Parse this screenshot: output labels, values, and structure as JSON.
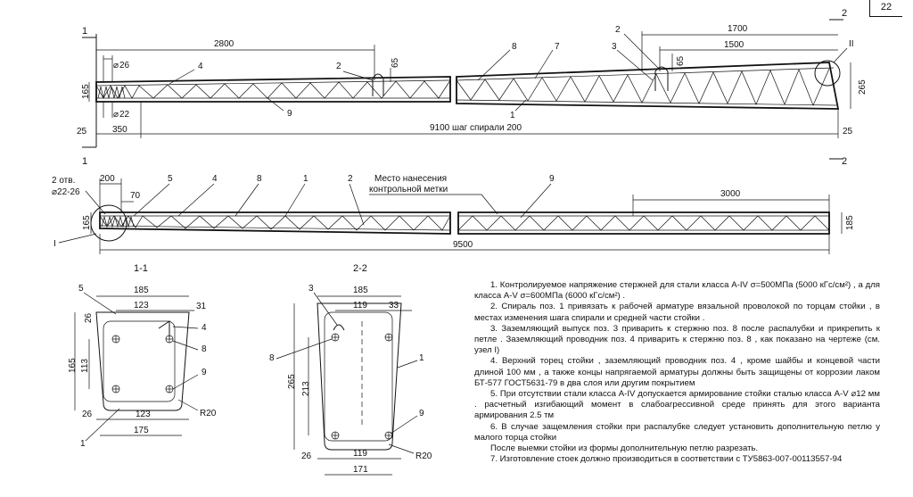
{
  "sheet": {
    "number": "22"
  },
  "top_elevation": {
    "section_mark_left": "1",
    "section_mark_right": "2",
    "dim_2800": "2800",
    "dim_26": "26",
    "dim_22": "22",
    "dim_165": "165",
    "dim_65_left": "65",
    "dim_25_left": "25",
    "dim_350": "350",
    "dim_total": "9100 шаг спирали 200",
    "dim_1700": "1700",
    "dim_1500": "1500",
    "dim_65_right": "65",
    "dim_265": "265",
    "dim_25_right": "25",
    "node_mark": "II",
    "pos_4": "4",
    "pos_2_left": "2",
    "pos_9": "9",
    "pos_8": "8",
    "pos_7": "7",
    "pos_3": "3",
    "pos_2_right": "2",
    "pos_1": "1"
  },
  "bottom_elevation": {
    "holes_line1": "2 отв.",
    "holes_line2": "⌀22-26",
    "dim_200": "200",
    "dim_70": "70",
    "dim_165": "165",
    "dim_185": "185",
    "dim_3000": "3000",
    "dim_9500": "9500",
    "mark_line1": "Место нанесения",
    "mark_line2": "контрольной метки",
    "node_mark": "I",
    "pos_5": "5",
    "pos_4": "4",
    "pos_8": "8",
    "pos_1": "1",
    "pos_2": "2",
    "pos_9": "9"
  },
  "section_1_1": {
    "title": "1-1",
    "dim_185": "185",
    "dim_123_top": "123",
    "dim_31": "31",
    "dim_26_top": "26",
    "dim_165": "165",
    "dim_113": "113",
    "dim_26_bottom": "26",
    "dim_123_bottom": "123",
    "dim_175": "175",
    "radius": "R20",
    "pos_5": "5",
    "pos_4": "4",
    "pos_8": "8",
    "pos_9": "9",
    "pos_1": "1"
  },
  "section_2_2": {
    "title": "2-2",
    "dim_185": "185",
    "dim_119_top": "119",
    "dim_33": "33",
    "dim_265": "265",
    "dim_213": "213",
    "dim_26": "26",
    "dim_119_bottom": "119",
    "dim_171": "171",
    "radius": "R20",
    "pos_3": "3",
    "pos_8": "8",
    "pos_1": "1",
    "pos_9": "9"
  },
  "notes": [
    "1. Контролируемое напряжение стержней для стали класса A-IV σ=500МПа (5000 кГс/см²) , а для класса A-V σ=600МПа (6000 кГс/см²) .",
    "2. Спираль поз. 1 привязать к рабочей арматуре вязальной проволокой по торцам стойки , в местах изменения шага спирали и средней части стойки .",
    "3. Заземляющий выпуск поз. 3 приварить к стержню поз. 8 после распалубки и прикрепить к петле . Заземляющий проводник поз. 4 приварить к стержню поз. 8 , как показано на чертеже (см. узел I)",
    "4. Верхний торец стойки , заземляющий проводник поз. 4 , кроме шайбы и концевой части длиной 100 мм , а также концы напрягаемой арматуры должны быть защищены от коррозии лаком БТ-577 ГОСТ5631-79 в два слоя или другим покрытием",
    "5. При отсутствии стали класса A-IV допускается армирование стойки сталью класса A-V ⌀12 мм . расчетный изгибающий момент в слабоагрессивной среде принять для этого варианта армирования 2.5 тм",
    "6. В случае защемления стойки при распалубке следует установить дополнительную петлю у малого торца стойки",
    "После выемки стойки из формы дополнительную петлю разрезать.",
    "7. Изготовление стоек должно производиться в соответствии с ТУ5863-007-00113557-94"
  ]
}
